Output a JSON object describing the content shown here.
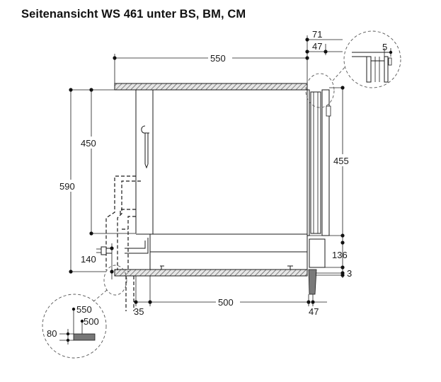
{
  "title": "Seitenansicht WS 461 unter BS, BM, CM",
  "dimensions": {
    "d71": "71",
    "d47_top": "47",
    "d550": "550",
    "d5": "5",
    "d450": "450",
    "d590": "590",
    "d455": "455",
    "d140": "140",
    "d136": "136",
    "d3": "3",
    "d35": "35",
    "d500": "500",
    "d47_bottom": "47",
    "detail_550": "550",
    "detail_500": "500",
    "detail_80": "80"
  },
  "colors": {
    "line": "#1a1a1a",
    "hatch_fill": "#d9d9d9",
    "shelf_dark": "#6e6e6e"
  }
}
